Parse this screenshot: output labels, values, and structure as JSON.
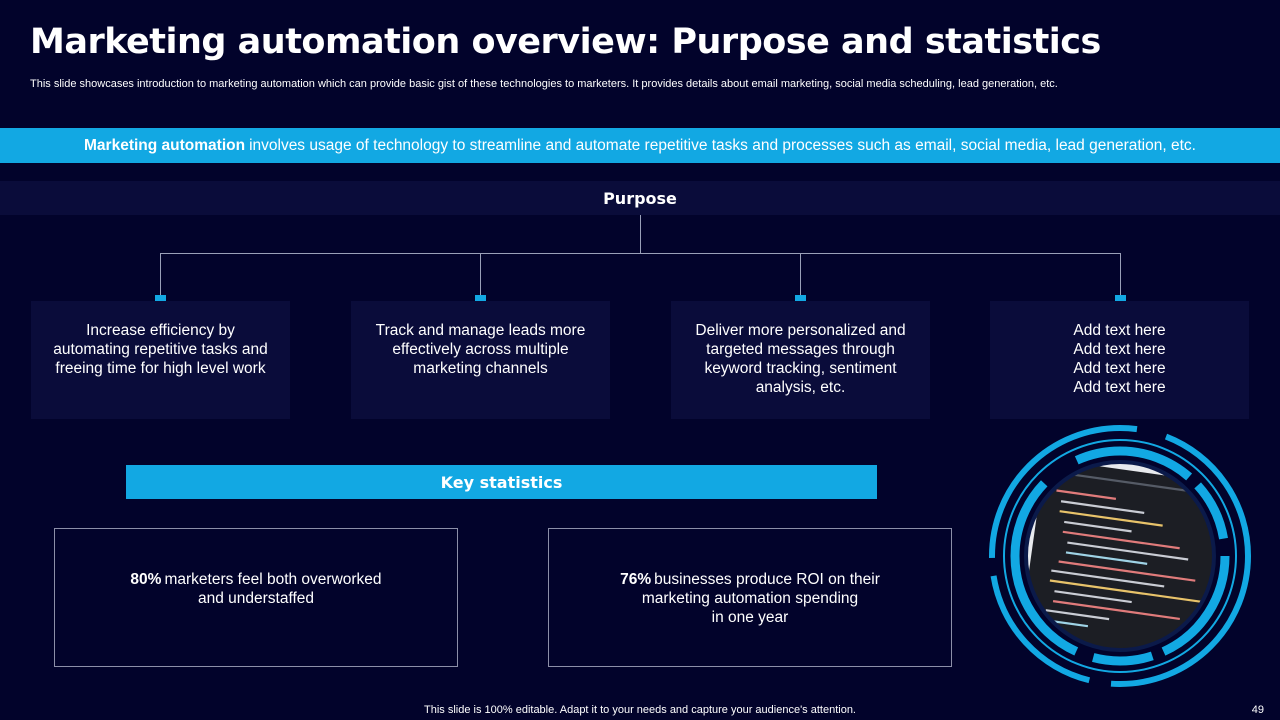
{
  "title": "Marketing automation overview: Purpose and statistics",
  "subtitle": "This slide showcases introduction to marketing automation which can provide basic gist of these technologies to marketers. It provides details about email marketing, social media scheduling, lead generation, etc.",
  "banner": {
    "bold": "Marketing automation",
    "text": "involves usage of technology to streamline and automate repetitive tasks and processes such as email, social media, lead generation, etc."
  },
  "purpose": {
    "heading": "Purpose",
    "items": [
      {
        "lines": [
          "Increase efficiency by",
          "automating repetitive tasks and",
          "freeing time for high level work"
        ]
      },
      {
        "lines": [
          "Track and manage leads more",
          "effectively across multiple",
          "marketing channels"
        ]
      },
      {
        "lines": [
          "Deliver more personalized and",
          "targeted messages through",
          "keyword tracking, sentiment",
          "analysis, etc."
        ]
      },
      {
        "lines": [
          "Add text here",
          "Add text here",
          "Add text here",
          "Add text here"
        ]
      }
    ]
  },
  "key_statistics": {
    "heading": "Key statistics",
    "stats": [
      {
        "value": "80%",
        "lines": [
          "marketers feel both overworked",
          "and understaffed"
        ]
      },
      {
        "value": "76%",
        "lines": [
          "businesses produce ROI on their",
          "marketing automation spending",
          "in one year"
        ]
      }
    ]
  },
  "footer": "This slide is 100% editable. Adapt it to your needs and capture your audience's attention.",
  "page_number": "49",
  "colors": {
    "background": "#02032b",
    "accent": "#12a8e3",
    "panel": "#0a0c3a"
  },
  "icons": [
    "code-screen-image"
  ]
}
